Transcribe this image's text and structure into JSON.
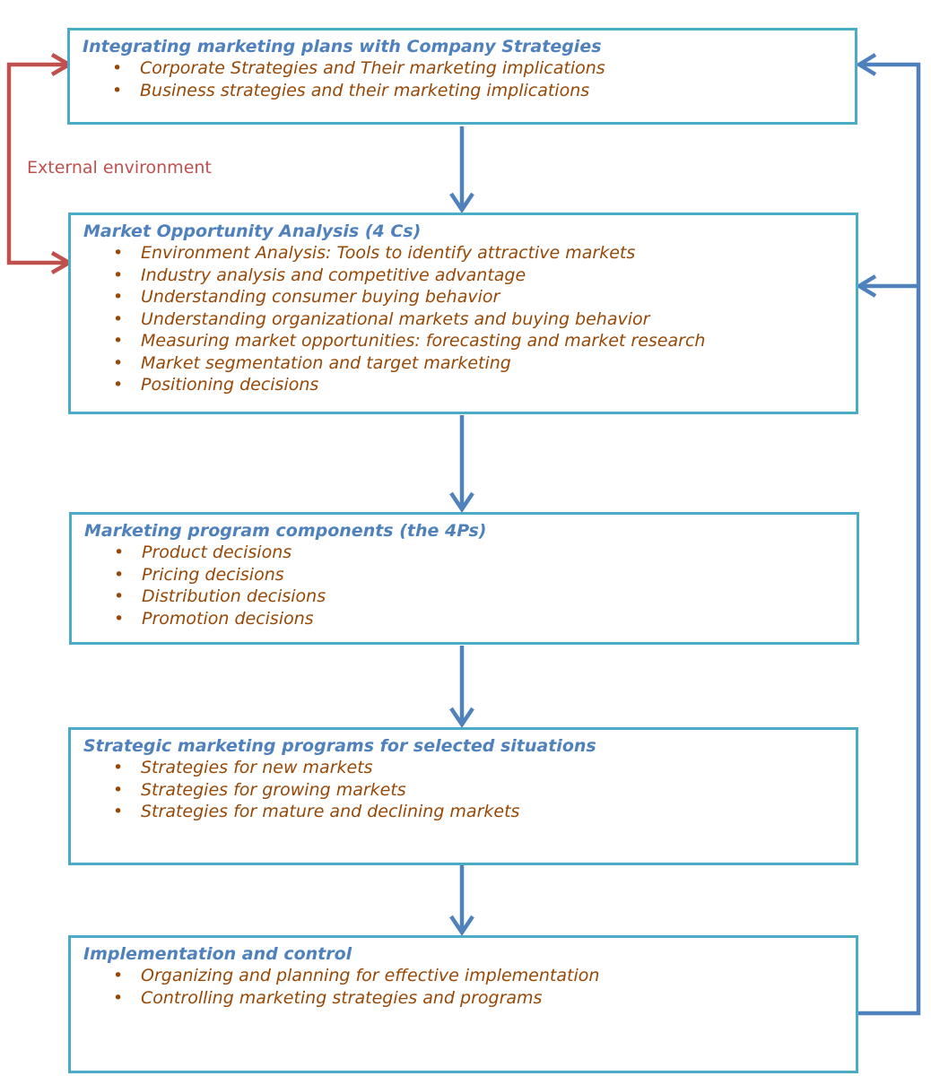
{
  "external_environment": "External environment",
  "boxes": [
    {
      "title": "Integrating marketing plans with Company Strategies",
      "items": [
        "Corporate Strategies and Their marketing implications",
        "Business strategies and their marketing implications"
      ]
    },
    {
      "title": "Market Opportunity Analysis (4 Cs)",
      "items": [
        "Environment Analysis: Tools to identify attractive markets",
        "Industry analysis and competitive advantage",
        "Understanding consumer buying behavior",
        "Understanding organizational markets and buying behavior",
        "Measuring market opportunities: forecasting and market research",
        "Market segmentation and target marketing",
        "Positioning decisions"
      ]
    },
    {
      "title": "Marketing program components (the 4Ps)",
      "items": [
        "Product decisions",
        "Pricing decisions",
        "Distribution decisions",
        "Promotion decisions"
      ]
    },
    {
      "title": "Strategic marketing programs for selected situations",
      "items": [
        "Strategies for new markets",
        "Strategies for growing markets",
        "Strategies for mature and declining markets"
      ]
    },
    {
      "title": "Implementation and control",
      "items": [
        "Organizing and planning for effective implementation",
        "Controlling marketing strategies and programs"
      ]
    }
  ],
  "colors": {
    "box_border": "#4bacc6",
    "title": "#4f81bd",
    "item_text": "#974806",
    "flow_arrow": "#4f81bd",
    "feedback_arrow": "#4f81bd",
    "external_arrow": "#c0504d",
    "external_label": "#c0504d"
  }
}
